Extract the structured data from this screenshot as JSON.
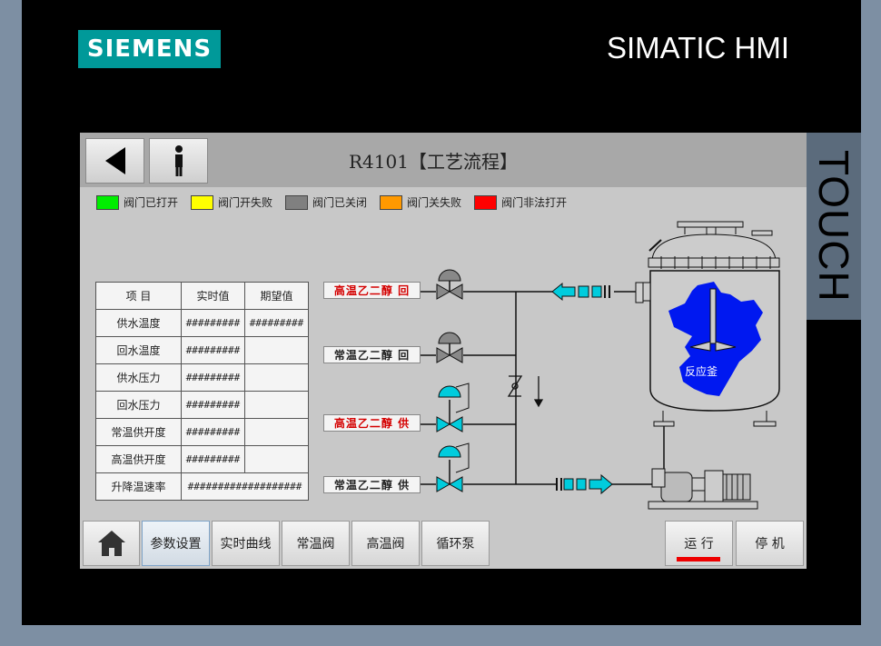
{
  "device": {
    "brand": "SIEMENS",
    "product": "SIMATIC HMI",
    "side_label": "TOUCH"
  },
  "header": {
    "title": "R4101【工艺流程】"
  },
  "legend": [
    {
      "label": "阀门已打开",
      "color": "#00ee00"
    },
    {
      "label": "阀门开失败",
      "color": "#ffff00"
    },
    {
      "label": "阀门已关闭",
      "color": "#808080"
    },
    {
      "label": "阀门关失败",
      "color": "#ff9900"
    },
    {
      "label": "阀门非法打开",
      "color": "#ff0000"
    }
  ],
  "table": {
    "headers": [
      "项 目",
      "实时值",
      "期望值"
    ],
    "rows": [
      {
        "item": "供水温度",
        "actual": "#########",
        "target": "#########"
      },
      {
        "item": "回水温度",
        "actual": "#########",
        "target": ""
      },
      {
        "item": "供水压力",
        "actual": "#########",
        "target": ""
      },
      {
        "item": "回水压力",
        "actual": "#########",
        "target": ""
      },
      {
        "item": "常温供开度",
        "actual": "#########",
        "target": ""
      },
      {
        "item": "高温供开度",
        "actual": "#########",
        "target": ""
      },
      {
        "item": "升降温速率",
        "actual": "###################",
        "target": ""
      }
    ]
  },
  "pipes": {
    "hot_return": "高温乙二醇 回",
    "normal_return": "常温乙二醇 回",
    "hot_supply": "高温乙二醇 供",
    "normal_supply": "常温乙二醇 供"
  },
  "tank": {
    "label": "反应釜"
  },
  "nav": {
    "params": "参数设置",
    "trend": "实时曲线",
    "normal_valve": "常温阀",
    "hot_valve": "高温阀",
    "pump": "循环泵",
    "run": "运 行",
    "stop": "停 机"
  },
  "colors": {
    "active_valve": "#00ccdd",
    "closed_valve": "#888888",
    "tank_fluid": "#0018f0",
    "run_indicator": "#ee0000"
  }
}
